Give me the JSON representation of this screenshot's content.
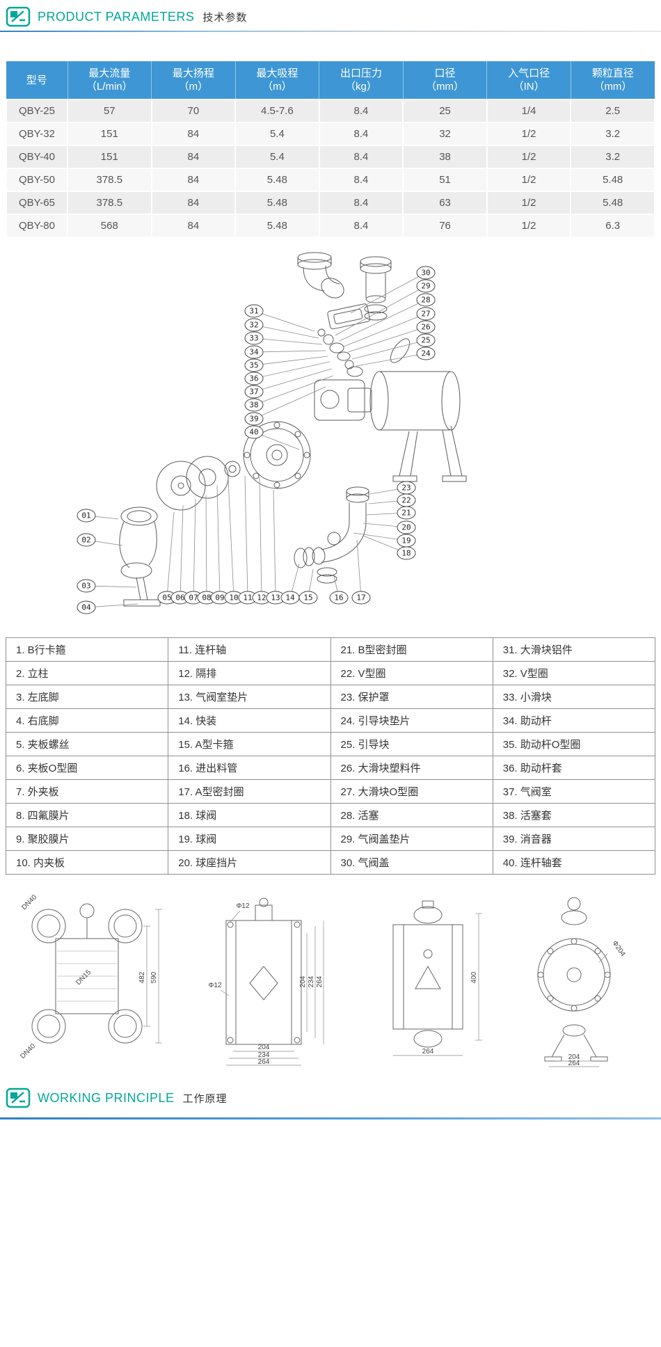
{
  "accent": {
    "teal": "#00a79b",
    "blue": "#3e97d4"
  },
  "header": {
    "title_en": "PRODUCT PARAMETERS",
    "title_cn": "技术参数"
  },
  "footer": {
    "title_en": "WORKING PRINCIPLE",
    "title_cn": "工作原理"
  },
  "spec_table": {
    "headers": [
      {
        "line1": "型号",
        "line2": ""
      },
      {
        "line1": "最大流量",
        "line2": "（L/min）"
      },
      {
        "line1": "最大扬程",
        "line2": "（m）"
      },
      {
        "line1": "最大吸程",
        "line2": "（m）"
      },
      {
        "line1": "出口压力",
        "line2": "（kg）"
      },
      {
        "line1": "口径",
        "line2": "（mm）"
      },
      {
        "line1": "入气口径",
        "line2": "（IN）"
      },
      {
        "line1": "颗粒直径",
        "line2": "（mm）"
      }
    ],
    "rows": [
      [
        "QBY-25",
        "57",
        "70",
        "4.5-7.6",
        "8.4",
        "25",
        "1/4",
        "2.5"
      ],
      [
        "QBY-32",
        "151",
        "84",
        "5.4",
        "8.4",
        "32",
        "1/2",
        "3.2"
      ],
      [
        "QBY-40",
        "151",
        "84",
        "5.4",
        "8.4",
        "38",
        "1/2",
        "3.2"
      ],
      [
        "QBY-50",
        "378.5",
        "84",
        "5.48",
        "8.4",
        "51",
        "1/2",
        "5.48"
      ],
      [
        "QBY-65",
        "378.5",
        "84",
        "5.48",
        "8.4",
        "63",
        "1/2",
        "5.48"
      ],
      [
        "QBY-80",
        "568",
        "84",
        "5.48",
        "8.4",
        "76",
        "1/2",
        "6.3"
      ]
    ]
  },
  "diagram": {
    "callouts": [
      "01",
      "02",
      "03",
      "04",
      "05",
      "06",
      "07",
      "08",
      "09",
      "10",
      "11",
      "12",
      "13",
      "14",
      "15",
      "16",
      "17",
      "18",
      "19",
      "20",
      "21",
      "22",
      "23",
      "24",
      "25",
      "26",
      "27",
      "28",
      "29",
      "30",
      "31",
      "32",
      "33",
      "34",
      "35",
      "36",
      "37",
      "38",
      "39",
      "40"
    ]
  },
  "parts_list": {
    "columns": [
      [
        "1. B行卡箍",
        "2. 立柱",
        "3. 左底脚",
        "4. 右底脚",
        "5. 夹板螺丝",
        "6. 夹板O型圈",
        "7. 外夹板",
        "8. 四氟膜片",
        "9. 聚胶膜片",
        "10. 内夹板"
      ],
      [
        "11. 连杆轴",
        "12. 隔排",
        "13. 气阀室垫片",
        "14. 快装",
        "15. A型卡箍",
        "16. 进出料管",
        "17. A型密封圈",
        "18. 球阀",
        "19. 球阀",
        "20. 球座挡片"
      ],
      [
        "21. B型密封圈",
        "22. V型圈",
        "23. 保护罩",
        "24. 引导块垫片",
        "25. 引导块",
        "26. 大滑块塑料件",
        "27. 大滑块O型圈",
        "28. 活塞",
        "29. 气阀盖垫片",
        "30. 气阀盖"
      ],
      [
        "31. 大滑块铝件",
        "32. V型圈",
        "33. 小滑块",
        "34. 助动杆",
        "35. 助动杆O型圈",
        "36. 助动杆套",
        "37. 气阀室",
        "38. 活塞套",
        "39. 消音器",
        "40. 连杆轴套"
      ]
    ]
  },
  "drawings": {
    "d1": [
      "DN40",
      "DN15",
      "482",
      "590",
      "DN40"
    ],
    "d2": [
      "Φ12",
      "204",
      "234",
      "264",
      "Φ12",
      "204",
      "234",
      "264"
    ],
    "d3": [
      "400",
      "264"
    ],
    "d4": [
      "Φ204",
      "204",
      "264"
    ]
  }
}
